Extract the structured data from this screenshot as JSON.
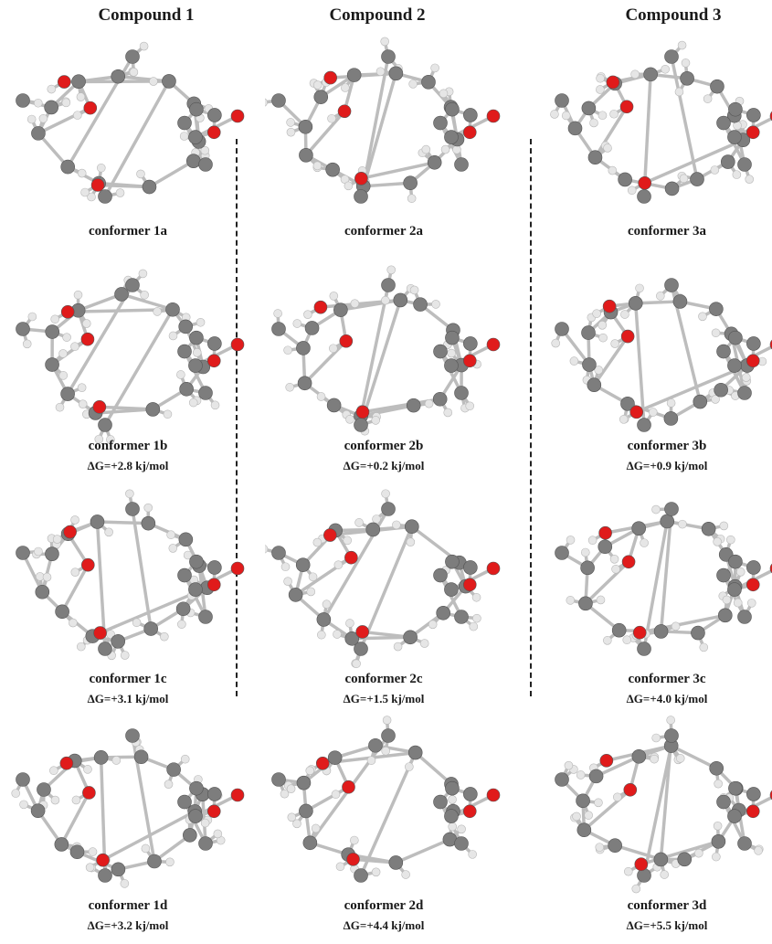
{
  "columns": [
    {
      "title": "Compound 1",
      "conformers": [
        {
          "name": "conformer 1a",
          "delta_g": null
        },
        {
          "name": "conformer 1b",
          "delta_g": "+2.8 kj/mol"
        },
        {
          "name": "conformer 1c",
          "delta_g": "+3.1 kj/mol"
        },
        {
          "name": "conformer 1d",
          "delta_g": "+3.2 kj/mol"
        }
      ]
    },
    {
      "title": "Compound 2",
      "conformers": [
        {
          "name": "conformer 2a",
          "delta_g": null
        },
        {
          "name": "conformer 2b",
          "delta_g": "+0.2 kj/mol"
        },
        {
          "name": "conformer 2c",
          "delta_g": "+1.5 kj/mol"
        },
        {
          "name": "conformer 2d",
          "delta_g": "+4.4 kj/mol"
        }
      ]
    },
    {
      "title": "Compound 3",
      "conformers": [
        {
          "name": "conformer 3a",
          "delta_g": null
        },
        {
          "name": "conformer 3b",
          "delta_g": "+0.9 kj/mol"
        },
        {
          "name": "conformer 3c",
          "delta_g": "+4.0 kj/mol"
        },
        {
          "name": "conformer 3d",
          "delta_g": "+5.5 kj/mol"
        }
      ]
    }
  ],
  "delta_g_symbol": "ΔG=",
  "colors": {
    "carbon": "#7d7d7d",
    "oxygen": "#e01b1b",
    "hydrogen": "#e6e6e6",
    "bond": "#bdbdbd"
  }
}
